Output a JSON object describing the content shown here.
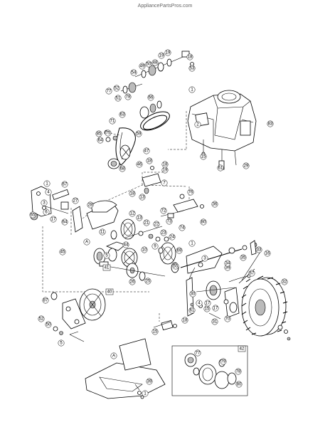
{
  "watermark": "AppliancePartsPros.com",
  "labels": [
    {
      "id": "l1",
      "text": "19"
    },
    {
      "id": "l2",
      "text": "19"
    },
    {
      "id": "l3",
      "text": "18"
    },
    {
      "id": "l4",
      "text": "53"
    },
    {
      "id": "l5",
      "text": "54"
    },
    {
      "id": "l6",
      "text": "49"
    },
    {
      "id": "l7",
      "text": "50"
    },
    {
      "id": "l8",
      "text": "48"
    },
    {
      "id": "l9",
      "text": "77"
    },
    {
      "id": "l10",
      "text": "52"
    },
    {
      "id": "l11",
      "text": "51"
    },
    {
      "id": "l12",
      "text": "78"
    },
    {
      "id": "l13",
      "text": "1"
    },
    {
      "id": "l14",
      "text": "2"
    },
    {
      "id": "l15",
      "text": "83"
    },
    {
      "id": "l16",
      "text": "66"
    },
    {
      "id": "l17",
      "text": "85"
    },
    {
      "id": "l18",
      "text": "75"
    },
    {
      "id": "l19",
      "text": "71"
    },
    {
      "id": "l20",
      "text": "64"
    },
    {
      "id": "l21",
      "text": "63"
    },
    {
      "id": "l22",
      "text": "59"
    },
    {
      "id": "l23",
      "text": "47"
    },
    {
      "id": "l24",
      "text": "46"
    },
    {
      "id": "l25",
      "text": "68"
    },
    {
      "id": "l26",
      "text": "15"
    },
    {
      "id": "l27",
      "text": "61"
    },
    {
      "id": "l28",
      "text": "29"
    },
    {
      "id": "l29",
      "text": "18"
    },
    {
      "id": "l30",
      "text": "19"
    },
    {
      "id": "l31",
      "text": "7"
    },
    {
      "id": "l32",
      "text": "18"
    },
    {
      "id": "l33",
      "text": "13"
    },
    {
      "id": "l34",
      "text": "1"
    },
    {
      "id": "l35",
      "text": "67"
    },
    {
      "id": "l36",
      "text": "4"
    },
    {
      "id": "l37",
      "text": "3"
    },
    {
      "id": "l38",
      "text": "6"
    },
    {
      "id": "l39",
      "text": "65"
    },
    {
      "id": "l40",
      "text": "17"
    },
    {
      "id": "l41",
      "text": "64"
    },
    {
      "id": "l42",
      "text": "27"
    },
    {
      "id": "l43",
      "text": "28"
    },
    {
      "id": "l44",
      "text": "76"
    },
    {
      "id": "l45",
      "text": "36"
    },
    {
      "id": "l46",
      "text": "72"
    },
    {
      "id": "l47",
      "text": "73"
    },
    {
      "id": "l48",
      "text": "74"
    },
    {
      "id": "l49",
      "text": "80"
    },
    {
      "id": "l50",
      "text": "12"
    },
    {
      "id": "l51",
      "text": "13"
    },
    {
      "id": "l52",
      "text": "21"
    },
    {
      "id": "l53",
      "text": "22"
    },
    {
      "id": "l54",
      "text": "23"
    },
    {
      "id": "l55",
      "text": "24"
    },
    {
      "id": "l56",
      "text": "11"
    },
    {
      "id": "l57",
      "text": "9"
    },
    {
      "id": "l58",
      "text": "A"
    },
    {
      "id": "l59",
      "text": "10"
    },
    {
      "id": "l60",
      "text": "44"
    },
    {
      "id": "l61",
      "text": "41"
    },
    {
      "id": "l62",
      "text": "55"
    },
    {
      "id": "l63",
      "text": "26"
    },
    {
      "id": "l64",
      "text": "25"
    },
    {
      "id": "l65",
      "text": "5"
    },
    {
      "id": "l66",
      "text": "45"
    },
    {
      "id": "l67",
      "text": "69"
    },
    {
      "id": "l68",
      "text": "16"
    },
    {
      "id": "l69",
      "text": "33"
    },
    {
      "id": "l70",
      "text": "1"
    },
    {
      "id": "l71",
      "text": "3"
    },
    {
      "id": "l72",
      "text": "34"
    },
    {
      "id": "l73",
      "text": "35"
    },
    {
      "id": "l74",
      "text": "67"
    },
    {
      "id": "l75",
      "text": "32"
    },
    {
      "id": "l76",
      "text": "40"
    },
    {
      "id": "l77",
      "text": "87"
    },
    {
      "id": "l78",
      "text": "17"
    },
    {
      "id": "l79",
      "text": "15"
    },
    {
      "id": "l80",
      "text": "61"
    },
    {
      "id": "l81",
      "text": "50"
    },
    {
      "id": "l82",
      "text": "5"
    },
    {
      "id": "l83",
      "text": "30"
    },
    {
      "id": "l84",
      "text": "4"
    },
    {
      "id": "l85",
      "text": "17"
    },
    {
      "id": "l86",
      "text": "70"
    },
    {
      "id": "l87",
      "text": "31"
    },
    {
      "id": "l88",
      "text": "18"
    },
    {
      "id": "l89",
      "text": "15"
    },
    {
      "id": "l90",
      "text": "42"
    },
    {
      "id": "l91",
      "text": "77"
    },
    {
      "id": "l92",
      "text": "79"
    },
    {
      "id": "l93",
      "text": "78"
    },
    {
      "id": "l94",
      "text": "80"
    },
    {
      "id": "l95",
      "text": "A"
    },
    {
      "id": "l96",
      "text": "39"
    },
    {
      "id": "l97",
      "text": "1"
    },
    {
      "id": "l98",
      "text": "52"
    },
    {
      "id": "l99",
      "text": "34"
    },
    {
      "id": "l100",
      "text": "18"
    }
  ]
}
